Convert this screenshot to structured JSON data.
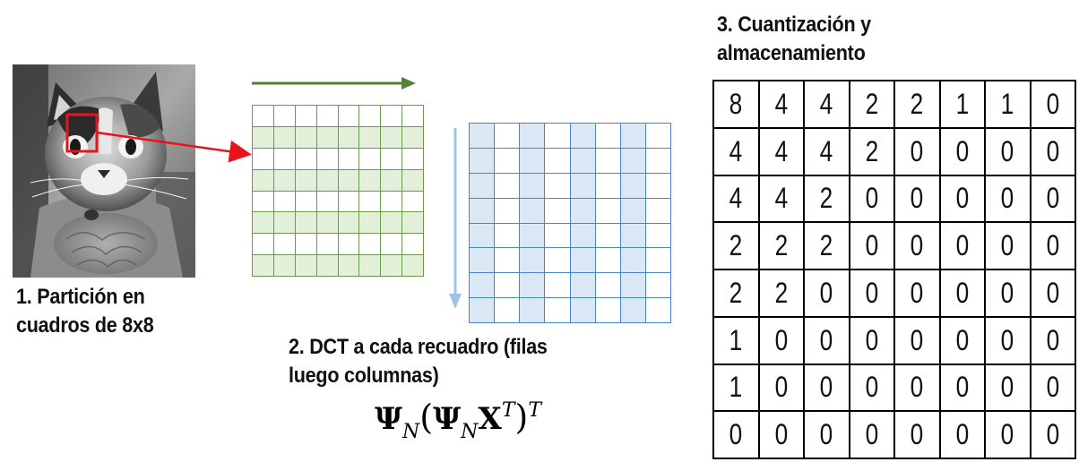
{
  "step1": {
    "caption_line1": "1. Partición en",
    "caption_line2": "cuadros de 8x8"
  },
  "step2": {
    "caption_line1": "2. DCT a cada recuadro (filas",
    "caption_line2": "luego columnas)",
    "formula": {
      "psi": "Ψ",
      "sub_n": "N",
      "x": "X",
      "sup_t": "T",
      "open": "(",
      "close": ")"
    }
  },
  "step3": {
    "caption_line1": "3. Cuantización y",
    "caption_line2": "almacenamiento",
    "matrix": [
      [
        "8",
        "4",
        "4",
        "2",
        "2",
        "1",
        "1",
        "0"
      ],
      [
        "4",
        "4",
        "4",
        "2",
        "0",
        "0",
        "0",
        "0"
      ],
      [
        "4",
        "4",
        "2",
        "0",
        "0",
        "0",
        "0",
        "0"
      ],
      [
        "2",
        "2",
        "2",
        "0",
        "0",
        "0",
        "0",
        "0"
      ],
      [
        "2",
        "2",
        "0",
        "0",
        "0",
        "0",
        "0",
        "0"
      ],
      [
        "1",
        "0",
        "0",
        "0",
        "0",
        "0",
        "0",
        "0"
      ],
      [
        "1",
        "0",
        "0",
        "0",
        "0",
        "0",
        "0",
        "0"
      ],
      [
        "0",
        "0",
        "0",
        "0",
        "0",
        "0",
        "0",
        "0"
      ]
    ]
  },
  "colors": {
    "red": "#e8141c",
    "green": "#548235",
    "green_light": "#e2efd9",
    "blue": "#4a86c6",
    "blue_light": "#dae7f5",
    "arrow_blue": "#9dc3e6"
  }
}
